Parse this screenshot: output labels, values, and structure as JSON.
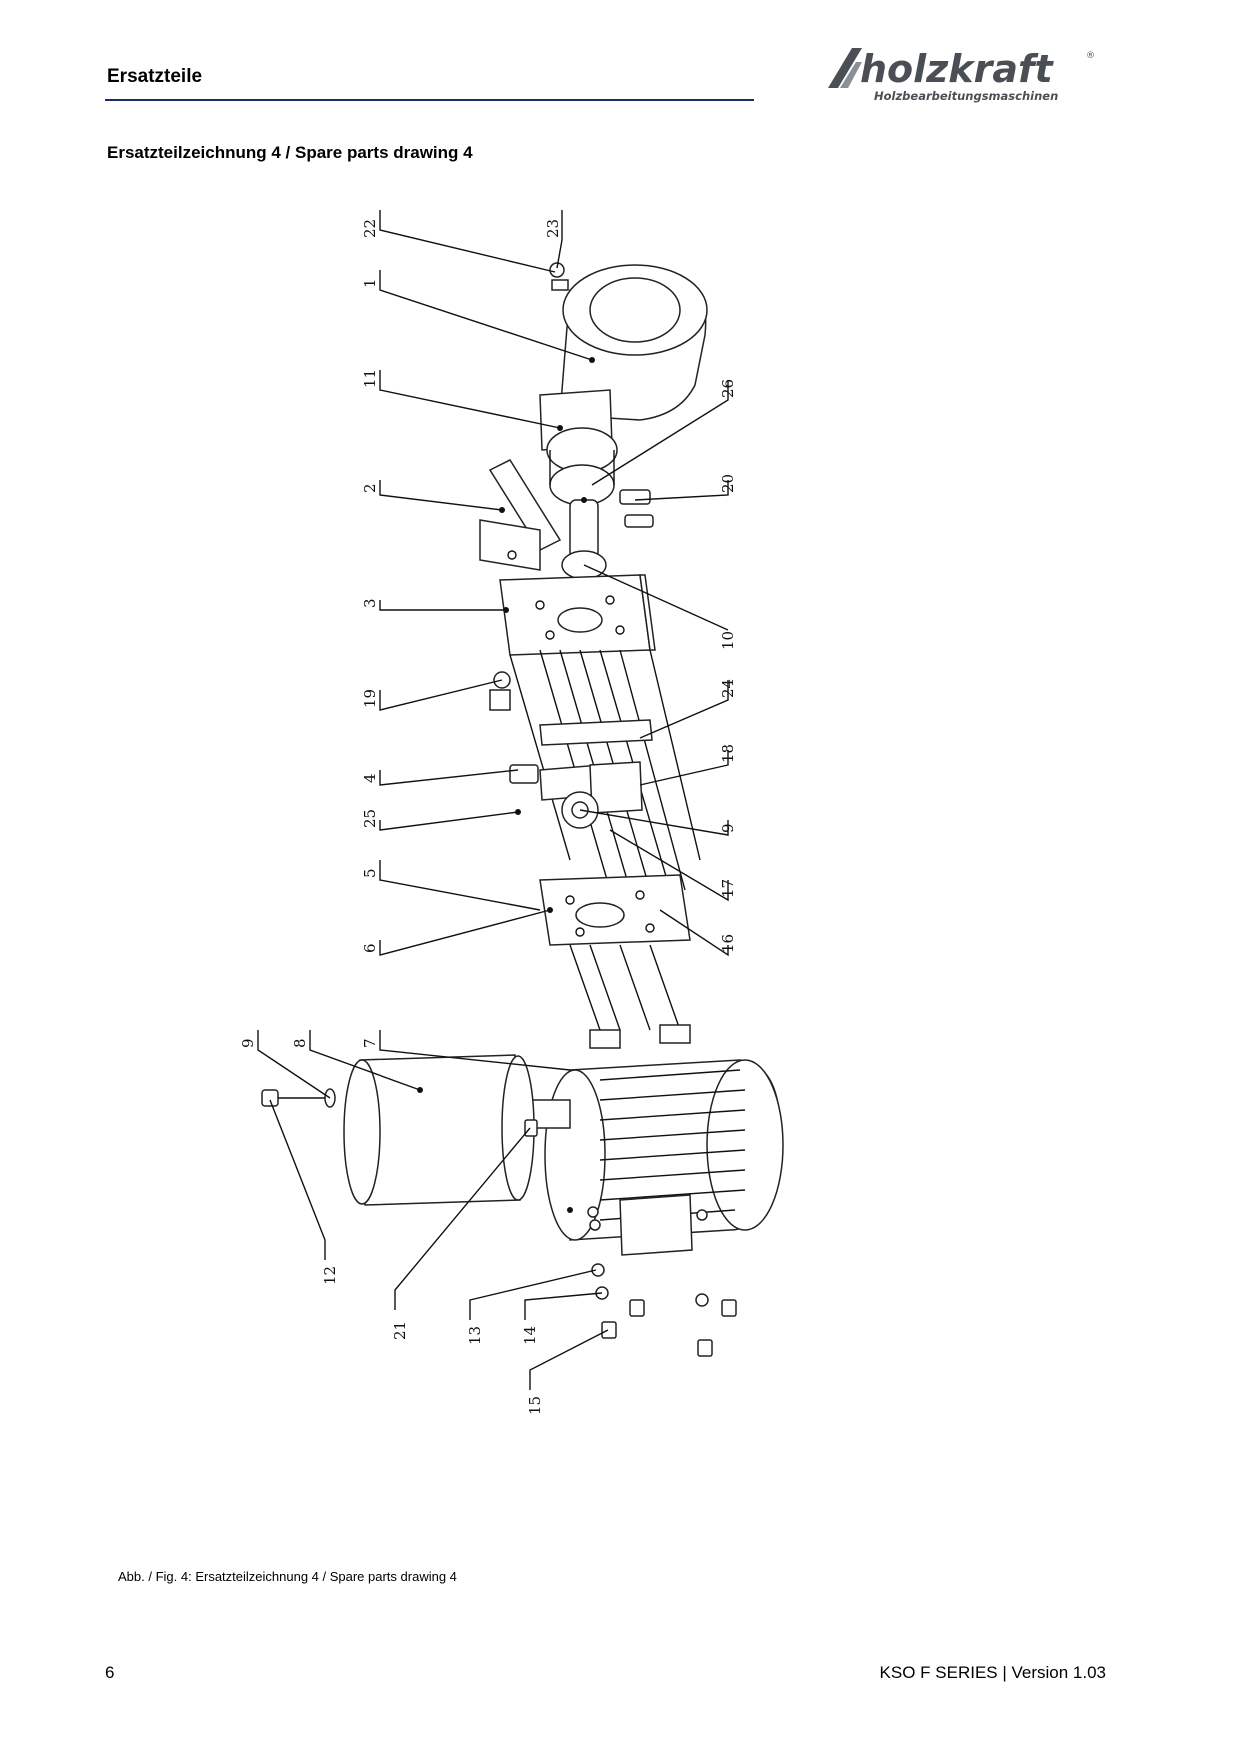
{
  "header": {
    "title": "Ersatzteile",
    "logo": {
      "brand": "holzkraft",
      "registered_mark": "®",
      "tagline": "Holzbearbeitungsmaschinen"
    }
  },
  "section": {
    "heading": "Ersatzteilzeichnung 4 / Spare parts drawing 4"
  },
  "drawing": {
    "callouts": [
      "22",
      "23",
      "1",
      "11",
      "26",
      "2",
      "20",
      "3",
      "10",
      "19",
      "24",
      "4",
      "18",
      "25",
      "9",
      "5",
      "17",
      "6",
      "16",
      "9",
      "8",
      "7",
      "12",
      "21",
      "13",
      "14",
      "15"
    ]
  },
  "caption": "Abb. / Fig. 4: Ersatzteilzeichnung 4 / Spare parts drawing 4",
  "footer": {
    "page_number": "6",
    "series": "KSO F SERIES | Version 1.03"
  }
}
